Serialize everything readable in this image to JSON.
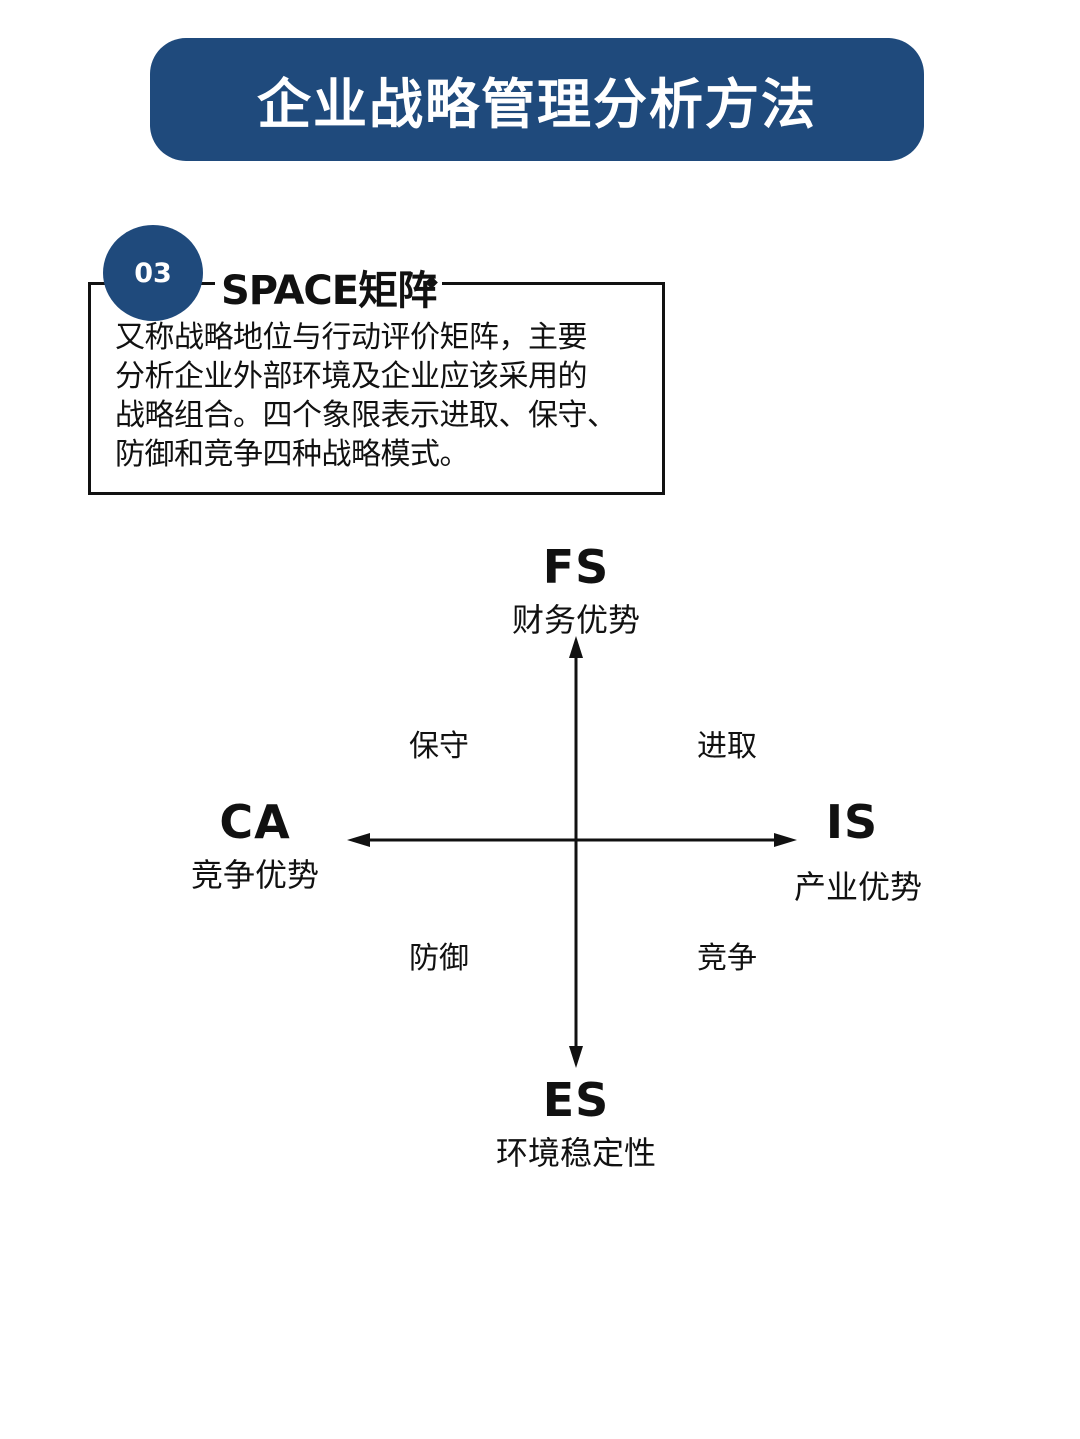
{
  "header": {
    "title": "企业战略管理分析方法",
    "banner_color": "#1f4a7c"
  },
  "section": {
    "number": "03",
    "heading": "SPACE矩阵",
    "body_lines": [
      "又称战略地位与行动评价矩阵，主要",
      "分析企业外部环境及企业应该采用的",
      "战略组合。四个象限表示进取、保守、",
      "防御和竞争四种战略模式。"
    ],
    "badge_color": "#1f4a7c"
  },
  "matrix": {
    "axes": {
      "top": {
        "code": "FS",
        "name": "财务优势"
      },
      "left": {
        "code": "CA",
        "name": "竞争优势"
      },
      "right": {
        "code": "IS",
        "name": "产业优势"
      },
      "bottom": {
        "code": "ES",
        "name": "环境稳定性"
      }
    },
    "quadrants": {
      "top_left": "保守",
      "top_right": "进取",
      "bottom_left": "防御",
      "bottom_right": "竞争"
    },
    "line_color": "#111111"
  }
}
